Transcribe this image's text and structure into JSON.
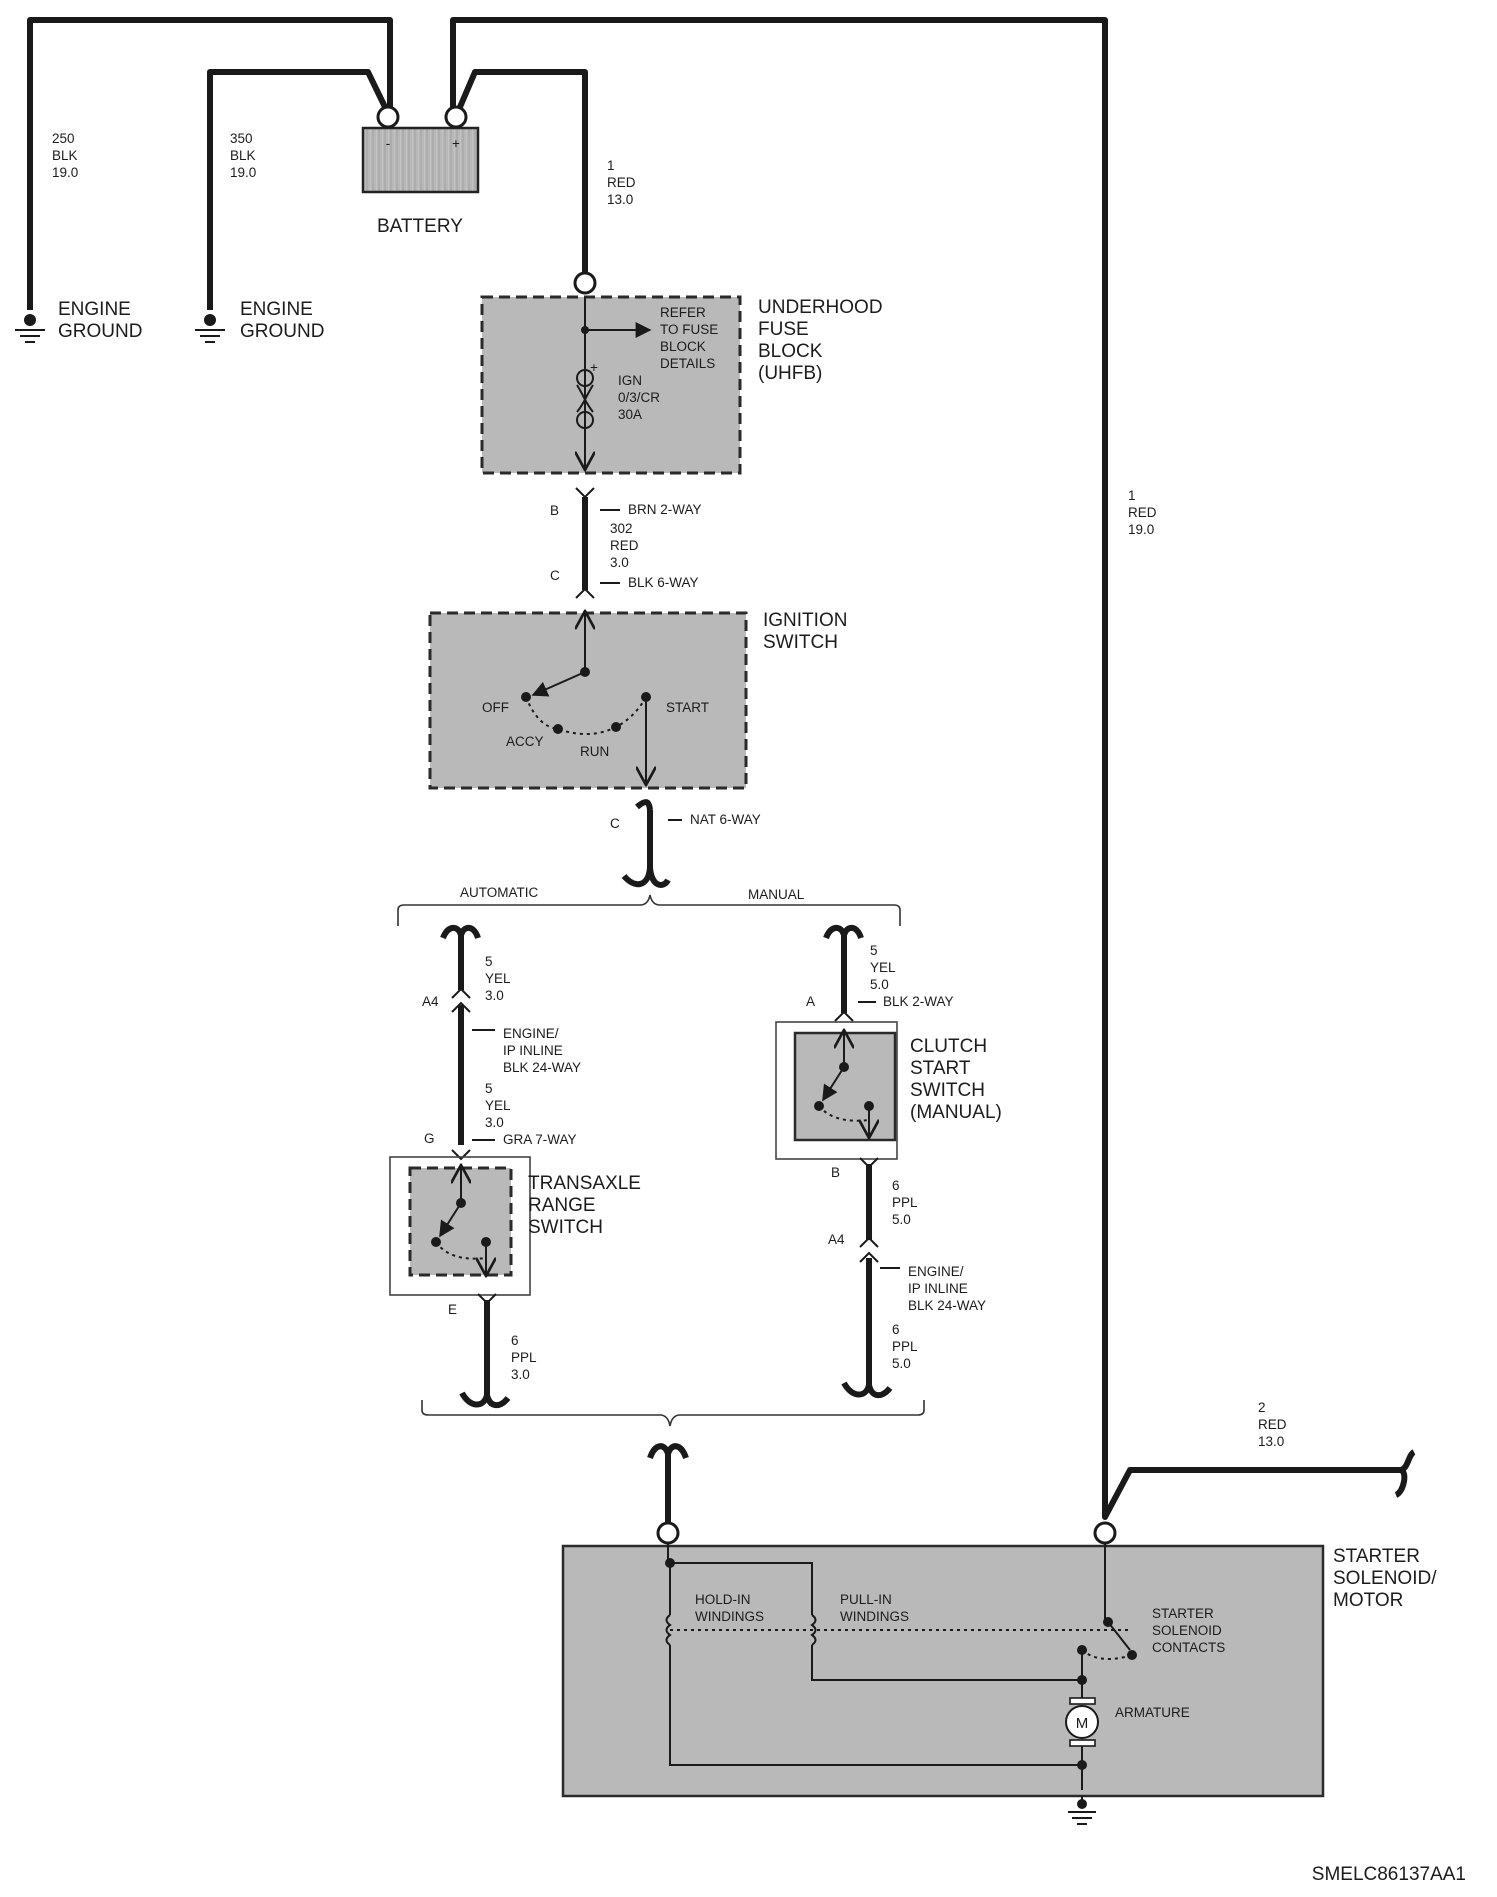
{
  "battery": {
    "label": "BATTERY",
    "neg": "-",
    "pos": "+"
  },
  "ground_left": {
    "wire": "250",
    "color": "BLK",
    "gauge": "19.0",
    "label_l1": "ENGINE",
    "label_l2": "GROUND"
  },
  "ground_mid": {
    "wire": "350",
    "color": "BLK",
    "gauge": "19.0",
    "label_l1": "ENGINE",
    "label_l2": "GROUND"
  },
  "wire_bat_fuse": {
    "wire": "1",
    "color": "RED",
    "gauge": "13.0"
  },
  "wire_bat_starter": {
    "wire": "1",
    "color": "RED",
    "gauge": "19.0"
  },
  "fuse_block": {
    "label_l1": "UNDERHOOD",
    "label_l2": "FUSE",
    "label_l3": "BLOCK",
    "label_l4": "(UHFB)",
    "refer_l1": "REFER",
    "refer_l2": "TO FUSE",
    "refer_l3": "BLOCK",
    "refer_l4": "DETAILS",
    "fuse_l1": "IGN",
    "fuse_l2": "0/3/CR",
    "fuse_l3": "30A",
    "plus": "+"
  },
  "conn_b_fuse": {
    "pin": "B",
    "desc": "BRN 2-WAY"
  },
  "wire_302": {
    "wire": "302",
    "color": "RED",
    "gauge": "3.0"
  },
  "conn_c_ign": {
    "pin": "C",
    "desc": "BLK 6-WAY"
  },
  "ignition": {
    "label_l1": "IGNITION",
    "label_l2": "SWITCH",
    "off": "OFF",
    "accy": "ACCY",
    "run": "RUN",
    "start": "START"
  },
  "conn_c_nat": {
    "pin": "C",
    "desc": "NAT 6-WAY"
  },
  "branch": {
    "automatic": "AUTOMATIC",
    "manual": "MANUAL"
  },
  "auto": {
    "wire_top": {
      "wire": "5",
      "color": "YEL",
      "gauge": "3.0"
    },
    "conn_a4": {
      "pin": "A4",
      "desc_l1": "ENGINE/",
      "desc_l2": "IP INLINE",
      "desc_l3": "BLK 24-WAY"
    },
    "wire_mid": {
      "wire": "5",
      "color": "YEL",
      "gauge": "3.0"
    },
    "conn_g": {
      "pin": "G",
      "desc": "GRA 7-WAY"
    },
    "switch_l1": "TRANSAXLE",
    "switch_l2": "RANGE",
    "switch_l3": "SWITCH",
    "conn_e": {
      "pin": "E"
    },
    "wire_bottom": {
      "wire": "6",
      "color": "PPL",
      "gauge": "3.0"
    }
  },
  "manual": {
    "wire_top": {
      "wire": "5",
      "color": "YEL",
      "gauge": "5.0"
    },
    "conn_a": {
      "pin": "A",
      "desc": "BLK 2-WAY"
    },
    "switch_l1": "CLUTCH",
    "switch_l2": "START",
    "switch_l3": "SWITCH",
    "switch_l4": "(MANUAL)",
    "conn_b": {
      "pin": "B"
    },
    "wire_mid": {
      "wire": "6",
      "color": "PPL",
      "gauge": "5.0"
    },
    "conn_a4": {
      "pin": "A4",
      "desc_l1": "ENGINE/",
      "desc_l2": "IP INLINE",
      "desc_l3": "BLK 24-WAY"
    },
    "wire_bottom": {
      "wire": "6",
      "color": "PPL",
      "gauge": "5.0"
    }
  },
  "wire_2": {
    "wire": "2",
    "color": "RED",
    "gauge": "13.0"
  },
  "starter": {
    "label_l1": "STARTER",
    "label_l2": "SOLENOID/",
    "label_l3": "MOTOR",
    "hold_l1": "HOLD-IN",
    "hold_l2": "WINDINGS",
    "pull_l1": "PULL-IN",
    "pull_l2": "WINDINGS",
    "contacts_l1": "STARTER",
    "contacts_l2": "SOLENOID",
    "contacts_l3": "CONTACTS",
    "armature": "ARMATURE",
    "motor_symbol": "M"
  },
  "figure_id": "SMELC86137AA1"
}
